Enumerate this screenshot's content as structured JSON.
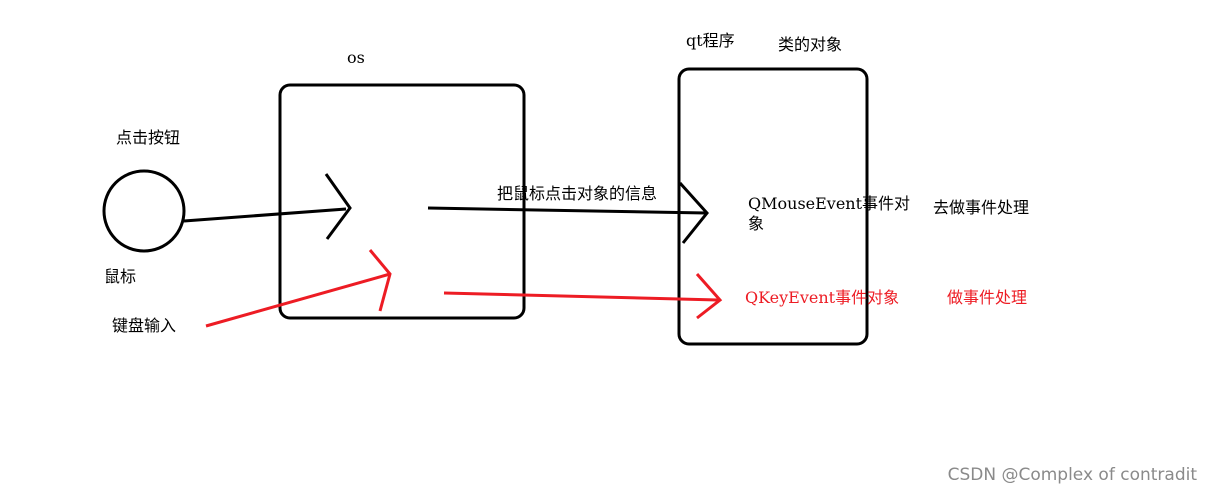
{
  "labels": {
    "os": "os",
    "qt_program": "qt程序",
    "class_object": "类的对象",
    "click_button": "点击按钮",
    "mouse": "鼠标",
    "keyboard_input": "键盘输入",
    "pass_info": "把鼠标点击对象的信息",
    "qmouseevent": "QMouseEvent事件对象",
    "go_handle": "去做事件处理",
    "qkeyevent": "QKeyEvent事件对象",
    "do_handle": "做事件处理"
  },
  "watermark": "CSDN @Complex of contradit",
  "colors": {
    "ink": "#000000",
    "red": "#ed1c24",
    "watermark": "#8a8a8a"
  }
}
